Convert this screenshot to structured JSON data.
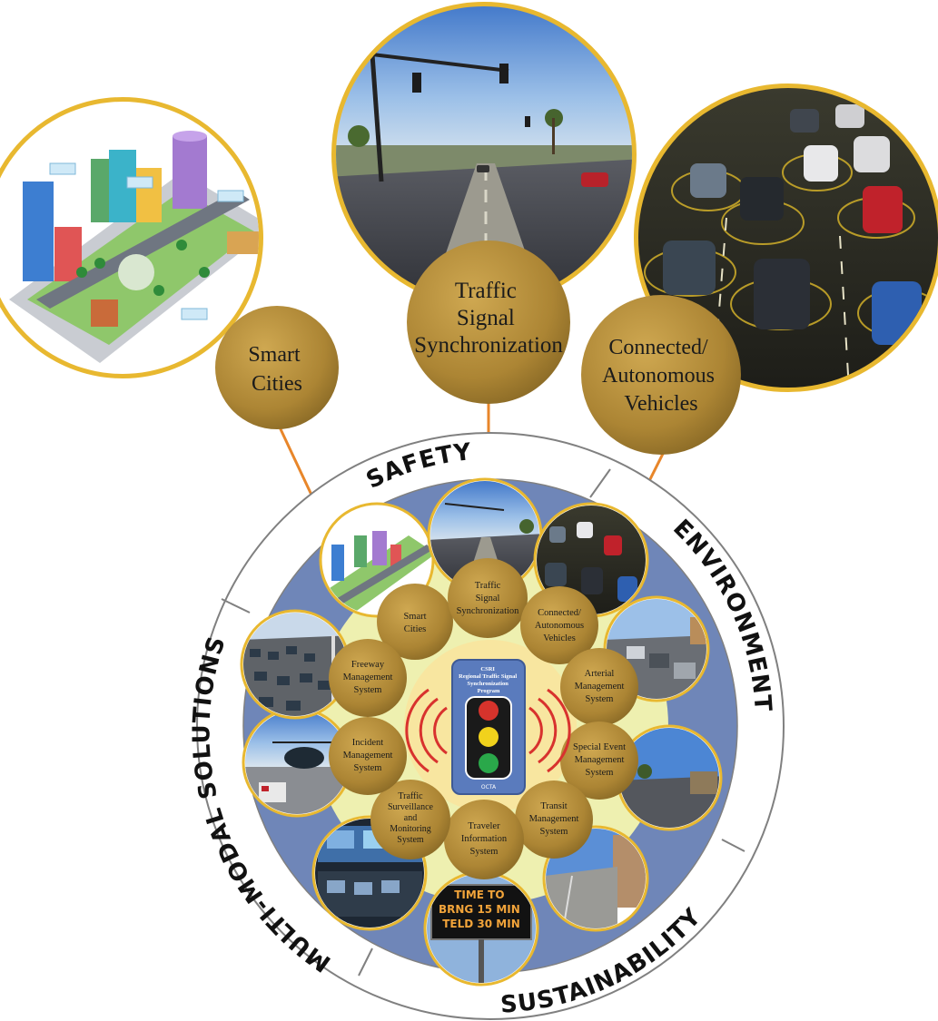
{
  "top_features": [
    {
      "id": "smart-cities",
      "lines": [
        "Smart",
        "Cities"
      ]
    },
    {
      "id": "traffic-signal",
      "lines": [
        "Traffic",
        "Signal",
        "Synchronization"
      ]
    },
    {
      "id": "connected-vehicles",
      "lines": [
        "Connected/",
        "Autonomous",
        "Vehicles"
      ]
    }
  ],
  "ring_labels": {
    "safety": "SAFETY",
    "environment": "ENVIRONMENT",
    "sustainability": "SUSTAINABILITY",
    "multimodal": "MULTI-MODAL SOLUTIONS"
  },
  "inner_nodes": [
    {
      "id": "smart-cities",
      "lines": [
        "Smart",
        "Cities"
      ]
    },
    {
      "id": "traffic-signal-sync",
      "lines": [
        "Traffic",
        "Signal",
        "Synchronization"
      ]
    },
    {
      "id": "connected-vehicles",
      "lines": [
        "Connected/",
        "Autonomous",
        "Vehicles"
      ]
    },
    {
      "id": "arterial",
      "lines": [
        "Arterial",
        "Management",
        "System"
      ]
    },
    {
      "id": "special-event",
      "lines": [
        "Special Event",
        "Management",
        "System"
      ]
    },
    {
      "id": "transit",
      "lines": [
        "Transit",
        "Management",
        "System"
      ]
    },
    {
      "id": "traveler-info",
      "lines": [
        "Traveler",
        "Information",
        "System"
      ]
    },
    {
      "id": "surveillance",
      "lines": [
        "Traffic",
        "Surveillance",
        "and",
        "Monitoring",
        "System"
      ]
    },
    {
      "id": "incident",
      "lines": [
        "Incident",
        "Management",
        "System"
      ]
    },
    {
      "id": "freeway",
      "lines": [
        "Freeway",
        "Management",
        "System"
      ]
    }
  ],
  "center_card": {
    "lines": [
      "CSRI",
      "Regional Traffic Signal",
      "Synchronization",
      "Program"
    ],
    "footer": "OCTA"
  },
  "sign_text": [
    "TIME TO",
    "BRNG 15 MIN",
    "TELD 30 MIN"
  ],
  "colors": {
    "gold": "#b08a3a",
    "gold_border": "#e8b830",
    "blue_ring": "#6f86b8",
    "inner_yellow": "#eef0b0",
    "center_yellow": "#f8e6a0",
    "connector": "#e8862a"
  },
  "icons": {
    "traffic_light": "traffic-light-icon",
    "signal_waves": "signal-wave-icon"
  }
}
